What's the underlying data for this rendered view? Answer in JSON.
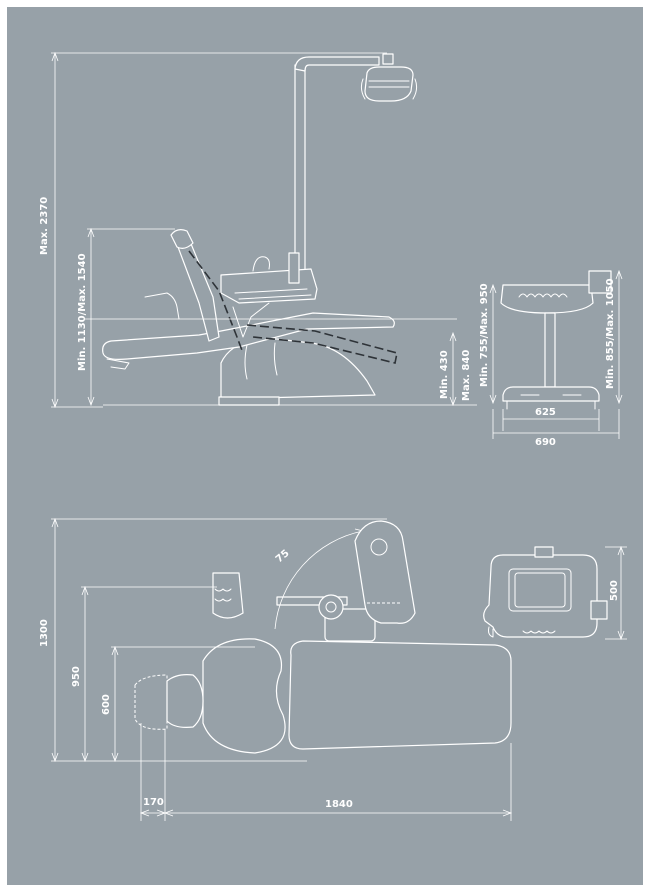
{
  "palette": {
    "background": "#97a1a8",
    "line": "#ffffff",
    "dashed_outline": "#2e3338"
  },
  "side_view": {
    "height_max": "Max. 2370",
    "height_range": "Min. 1130/Max. 1540",
    "seat_height_min": "Min. 430",
    "seat_height_max": "Max. 840"
  },
  "tray_view": {
    "height_range_left": "Min. 755/Max. 950",
    "height_range_right": "Min. 855/Max. 1050",
    "base_width": "625",
    "overall_width": "690"
  },
  "top_view": {
    "rotation_angle": "75",
    "overall_depth": "1300",
    "arm_depth": "950",
    "headrest_depth": "600",
    "headrest_extension": "170",
    "overall_length": "1840"
  },
  "module_view": {
    "depth": "500"
  }
}
